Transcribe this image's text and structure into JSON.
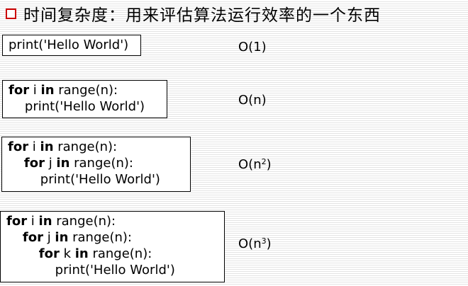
{
  "slide": {
    "title": "时间复杂度：用来评估算法运行效率的一个东西"
  },
  "examples": [
    {
      "lines": [
        {
          "indent": "",
          "parts": [
            {
              "t": "print('Hello World')",
              "kw": false
            }
          ]
        }
      ],
      "complexity": {
        "base": "O(1",
        "power": "",
        "close": ")"
      }
    },
    {
      "lines": [
        {
          "indent": "",
          "parts": [
            {
              "t": "for",
              "kw": true
            },
            {
              "t": " i ",
              "kw": false
            },
            {
              "t": "in",
              "kw": true
            },
            {
              "t": " range(n):",
              "kw": false
            }
          ]
        },
        {
          "indent": "    ",
          "parts": [
            {
              "t": "print('Hello World')",
              "kw": false
            }
          ]
        }
      ],
      "complexity": {
        "base": "O(n",
        "power": "",
        "close": ")"
      }
    },
    {
      "lines": [
        {
          "indent": "",
          "parts": [
            {
              "t": "for",
              "kw": true
            },
            {
              "t": " i ",
              "kw": false
            },
            {
              "t": "in",
              "kw": true
            },
            {
              "t": " range(n):",
              "kw": false
            }
          ]
        },
        {
          "indent": "    ",
          "parts": [
            {
              "t": "for",
              "kw": true
            },
            {
              "t": " j ",
              "kw": false
            },
            {
              "t": "in",
              "kw": true
            },
            {
              "t": " range(n):",
              "kw": false
            }
          ]
        },
        {
          "indent": "        ",
          "parts": [
            {
              "t": "print('Hello World')",
              "kw": false
            }
          ]
        }
      ],
      "complexity": {
        "base": "O(n",
        "power": "2",
        "close": ")"
      }
    },
    {
      "lines": [
        {
          "indent": "",
          "parts": [
            {
              "t": "for",
              "kw": true
            },
            {
              "t": " i ",
              "kw": false
            },
            {
              "t": "in",
              "kw": true
            },
            {
              "t": " range(n):",
              "kw": false
            }
          ]
        },
        {
          "indent": "    ",
          "parts": [
            {
              "t": "for",
              "kw": true
            },
            {
              "t": " j ",
              "kw": false
            },
            {
              "t": "in",
              "kw": true
            },
            {
              "t": " range(n):",
              "kw": false
            }
          ]
        },
        {
          "indent": "        ",
          "parts": [
            {
              "t": "for",
              "kw": true
            },
            {
              "t": " k ",
              "kw": false
            },
            {
              "t": "in",
              "kw": true
            },
            {
              "t": " range(n):",
              "kw": false
            }
          ]
        },
        {
          "indent": "            ",
          "parts": [
            {
              "t": "print('Hello World')",
              "kw": false
            }
          ]
        }
      ],
      "complexity": {
        "base": "O(n",
        "power": "3",
        "close": ")"
      }
    }
  ]
}
